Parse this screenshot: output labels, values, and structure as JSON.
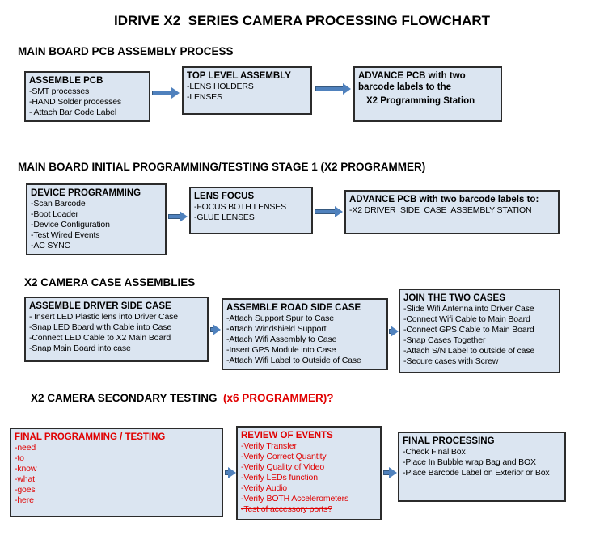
{
  "page": {
    "title": "IDRIVE X2  SERIES CAMERA PROCESSING FLOWCHART"
  },
  "colors": {
    "box_fill": "#dbe5f1",
    "box_border": "#2b2b2b",
    "arrow_blue": "#4f81bd",
    "accent_red": "#e00000"
  },
  "sections": [
    {
      "heading": "MAIN BOARD PCB ASSEMBLY PROCESS",
      "boxes": [
        {
          "title": "ASSEMBLE PCB",
          "items": [
            "-SMT processes",
            "-HAND Solder processes",
            "- Attach Bar Code Label"
          ]
        },
        {
          "title": "TOP LEVEL ASSEMBLY",
          "items": [
            "-LENS HOLDERS",
            "-LENSES"
          ]
        },
        {
          "title": "ADVANCE PCB with two barcode labels to the",
          "title2": "X2 Programming Station",
          "items": []
        }
      ]
    },
    {
      "heading": "MAIN BOARD INITIAL PROGRAMMING/TESTING STAGE 1 (X2 PROGRAMMER)",
      "boxes": [
        {
          "title": "DEVICE PROGRAMMING",
          "items": [
            "-Scan Barcode",
            "-Boot Loader",
            "-Device Configuration",
            "-Test Wired Events",
            "-AC SYNC"
          ]
        },
        {
          "title": "LENS FOCUS",
          "items": [
            "-FOCUS BOTH LENSES",
            "-GLUE LENSES"
          ]
        },
        {
          "title": "ADVANCE PCB with two barcode labels to:",
          "items": [
            "-X2 DRIVER  SIDE  CASE  ASSEMBLY STATION"
          ]
        }
      ]
    },
    {
      "heading": "X2 CAMERA CASE ASSEMBLIES",
      "boxes": [
        {
          "title": "ASSEMBLE DRIVER SIDE CASE",
          "items": [
            "- Insert LED Plastic lens into Driver Case",
            "-Snap LED Board with Cable into Case",
            "-Connect LED Cable to X2 Main Board",
            "-Snap Main Board into case"
          ]
        },
        {
          "title": "ASSEMBLE ROAD SIDE CASE",
          "items": [
            "-Attach Support Spur to Case",
            "-Attach Windshield Support",
            "-Attach Wifi Assembly to Case",
            "-Insert GPS Module into Case",
            "-Attach Wifi Label to Outside of Case"
          ]
        },
        {
          "title": "JOIN THE TWO CASES",
          "items": [
            "-Slide Wifi Antenna into Driver Case",
            "-Connect Wifi Cable to Main Board",
            "-Connect GPS Cable to Main Board",
            "-Snap Cases Together",
            "-Attach S/N Label to outside of case",
            "-Secure cases with Screw"
          ]
        }
      ]
    },
    {
      "heading": "X2 CAMERA SECONDARY TESTING",
      "heading_accent": "  (x6 PROGRAMMER)?",
      "boxes": [
        {
          "title": "FINAL PROGRAMMING / TESTING",
          "items": [
            "-need",
            "-to",
            "-know",
            "-what",
            "-goes",
            "-here"
          ]
        },
        {
          "title": "REVIEW OF EVENTS",
          "items": [
            "-Verify Transfer",
            "-Verify Correct Quantity",
            "-Verify Quality of Video",
            "-Verify LEDs function",
            "-Verify Audio",
            "-Verify BOTH Accelerometers"
          ],
          "strike_item": "-Test of accessory ports?"
        },
        {
          "title": "FINAL PROCESSING",
          "items": [
            "-Check Final Box",
            "-Place In Bubble wrap Bag and BOX",
            "-Place Barcode Label on Exterior or Box"
          ]
        }
      ]
    }
  ]
}
